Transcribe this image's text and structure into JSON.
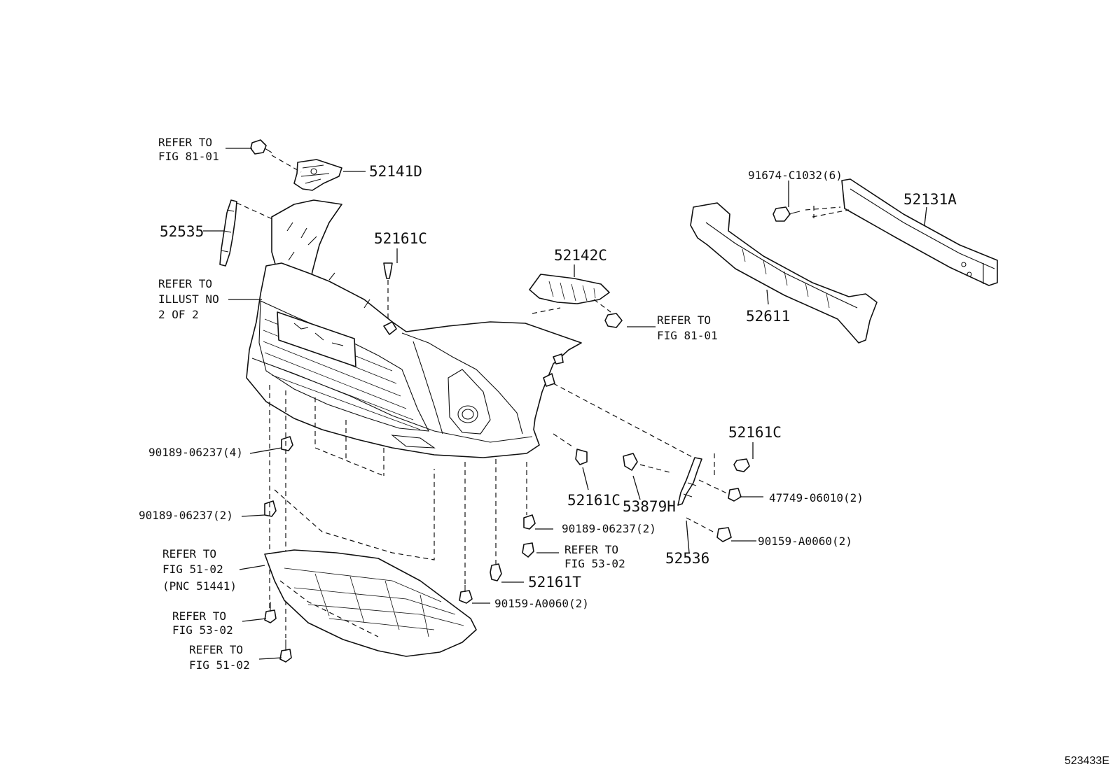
{
  "diagram_id": "523433E",
  "labels": {
    "refer_81_01_a": [
      "REFER TO",
      "FIG 81-01"
    ],
    "p52141D": "52141D",
    "p52535": "52535",
    "refer_illust": [
      "REFER TO",
      "ILLUST NO",
      "2 OF 2"
    ],
    "p52161C_top": "52161C",
    "p52142C": "52142C",
    "refer_81_01_b": [
      "REFER TO",
      "FIG 81-01"
    ],
    "p91674": "91674-C1032(6)",
    "p52131A": "52131A",
    "p52611": "52611",
    "p52161C_right": "52161C",
    "p90189_4": "90189-06237(4)",
    "p90189_2": "90189-06237(2)",
    "p52161C_mid": "52161C",
    "p53879H": "53879H",
    "p47749": "47749-06010(2)",
    "p90189_2b": "90189-06237(2)",
    "refer_53_02_a": [
      "REFER TO",
      "FIG 53-02"
    ],
    "p52536": "52536",
    "p90159_right": "90159-A0060(2)",
    "refer_51_02_pnc": [
      "REFER TO",
      "FIG 51-02",
      "(PNC 51441)"
    ],
    "p52161T": "52161T",
    "p90159_bottom": "90159-A0060(2)",
    "refer_53_02_b": [
      "REFER TO",
      "FIG 53-02"
    ],
    "refer_51_02_b": [
      "REFER TO",
      "FIG 51-02"
    ]
  }
}
